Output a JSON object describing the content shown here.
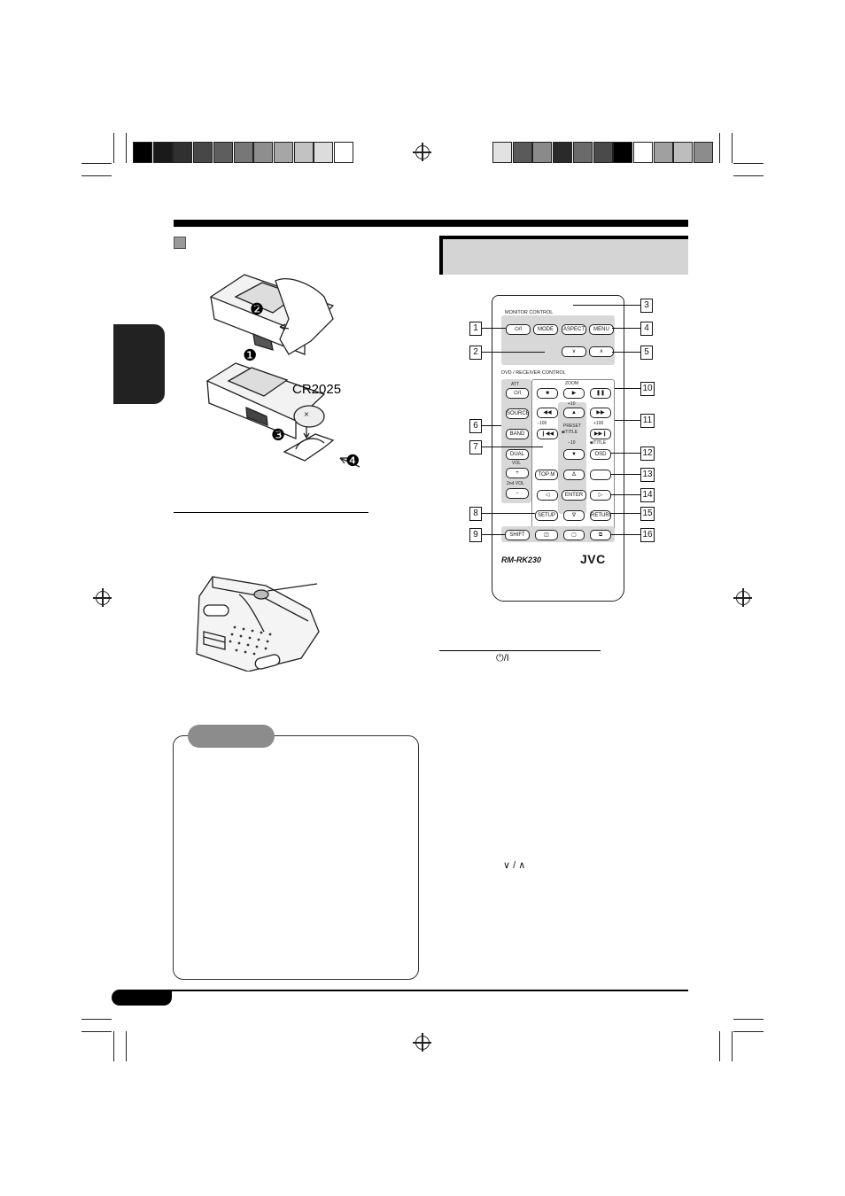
{
  "colors": {
    "left_bar": [
      "#000000",
      "#1a1a1a",
      "#303030",
      "#474747",
      "#5e5e5e",
      "#777777",
      "#8e8e8e",
      "#a6a6a6",
      "#c2c2c2",
      "#dcdcdc",
      "#ffffff"
    ],
    "right_bar": [
      "#e2e2e2",
      "#5a5a5a",
      "#8a8a8a",
      "#2a2a2a",
      "#6a6a6a",
      "#4a4a4a",
      "#000000",
      "#ffffff",
      "#a0a0a0",
      "#bdbdbd",
      "#8c8c8c"
    ],
    "header_box": "#d4d4d4",
    "tab": "#222222"
  },
  "battery": {
    "label": "CR2025",
    "steps": [
      "❷",
      "❶",
      "❸",
      "❹"
    ]
  },
  "remote": {
    "section_monitor": "MONITOR CONTROL",
    "section_dvd": "DVD / RECEIVER CONTROL",
    "buttons": {
      "power": "⏻/I",
      "mode": "MODE",
      "aspect": "ASPECT",
      "menu": "MENU",
      "down": "∨",
      "up": "∧",
      "att": "ATT",
      "power2": "⏻/I",
      "source": "SOURCE",
      "band": "BAND",
      "dual": "DUAL",
      "vol": "VOL",
      "vol_plus": "+",
      "vol2": "2nd VOL",
      "vol_minus": "−",
      "zoom": "ZOOM",
      "stop": "■",
      "play": "▶",
      "pause": "❚❚",
      "rew": "◀◀",
      "up_tri": "▲",
      "ff": "▶▶",
      "prev": "❙◀◀",
      "next": "▶▶❙",
      "plus10": "+10",
      "minus100": "−100",
      "plus100": "+100",
      "minus10": "−10",
      "preset": "PRESET",
      "title_dir": "■/TITLE",
      "title_dir2": "■/TITLE",
      "down_tri": "▼",
      "osd": "OSD",
      "topm": "TOP M",
      "delta": "Δ",
      "left": "◁",
      "enter": "ENTER",
      "right": "▷",
      "nabla": "∇",
      "setup": "SETUP",
      "return": "RETURN",
      "shift": "SHIFT",
      "b1": "◫",
      "b2": "▢",
      "b3": "⧉",
      "model": "RM-RK230",
      "brand": "JVC"
    },
    "callouts": [
      "1",
      "2",
      "3",
      "4",
      "5",
      "6",
      "7",
      "8",
      "9",
      "10",
      "11",
      "12",
      "13",
      "14",
      "15",
      "16"
    ]
  },
  "text": {
    "power_ref": "⏻/I",
    "arrows_ref": "∨ / ∧"
  }
}
